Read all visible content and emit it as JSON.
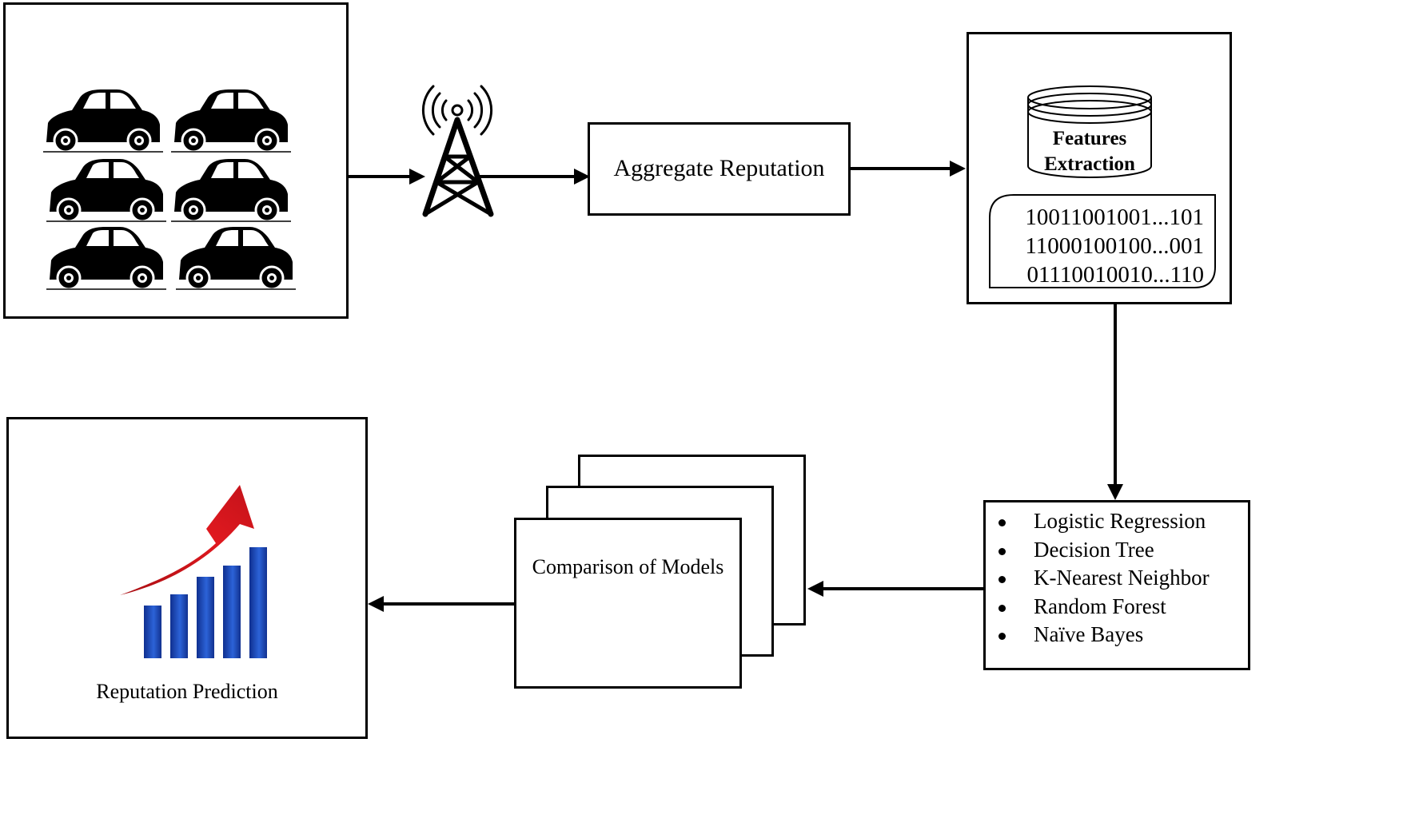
{
  "aggregate": {
    "label": "Aggregate Reputation"
  },
  "features": {
    "title_line1": "Features",
    "title_line2": "Extraction",
    "bit_rows": [
      "10011001001...101",
      "11000100100...001",
      "01110010010...110"
    ]
  },
  "models": {
    "items": [
      "Logistic Regression",
      "Decision Tree",
      "K-Nearest Neighbor",
      "Random Forest",
      "Naïve Bayes"
    ]
  },
  "comparison": {
    "label": "Comparison of Models"
  },
  "prediction": {
    "label": "Reputation Prediction"
  },
  "colors": {
    "arrow_red": "#d9161c",
    "bar_blue": "#1f49b8",
    "ink": "#000000"
  },
  "icons": {
    "vehicles": "car-icon",
    "tower": "radio-tower-icon",
    "database": "database-cylinder-icon",
    "growth": "growth-chart-icon"
  }
}
